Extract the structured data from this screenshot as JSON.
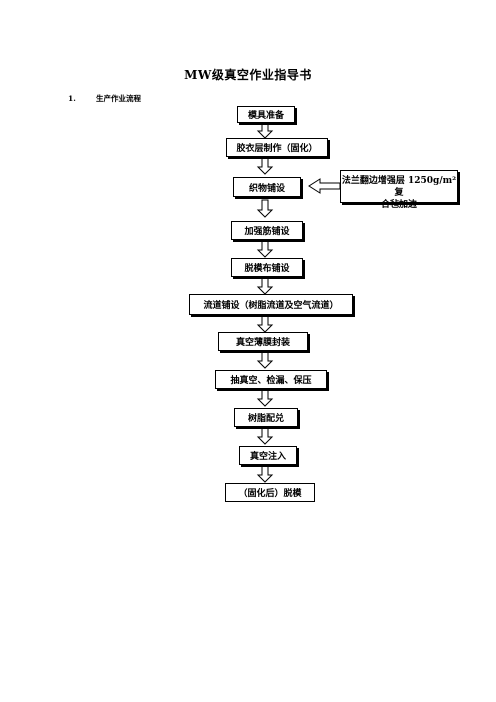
{
  "document": {
    "title": "MW级真空作业指导书",
    "section": {
      "number": "1.",
      "label": "生产作业流程"
    }
  },
  "flow": {
    "steps": [
      "模具准备",
      "胶衣层制作（固化）",
      "织物铺设",
      "加强筋铺设",
      "脱模布铺设",
      "流道铺设（树脂流道及空气流道）",
      "真空薄膜封装",
      "抽真空、检漏、保压",
      "树脂配兑",
      "真空注入",
      "（固化后）脱模"
    ],
    "side_note": {
      "line1": "法兰翻边增强层 1250g/m² 复",
      "line2": "合毡加边"
    }
  }
}
